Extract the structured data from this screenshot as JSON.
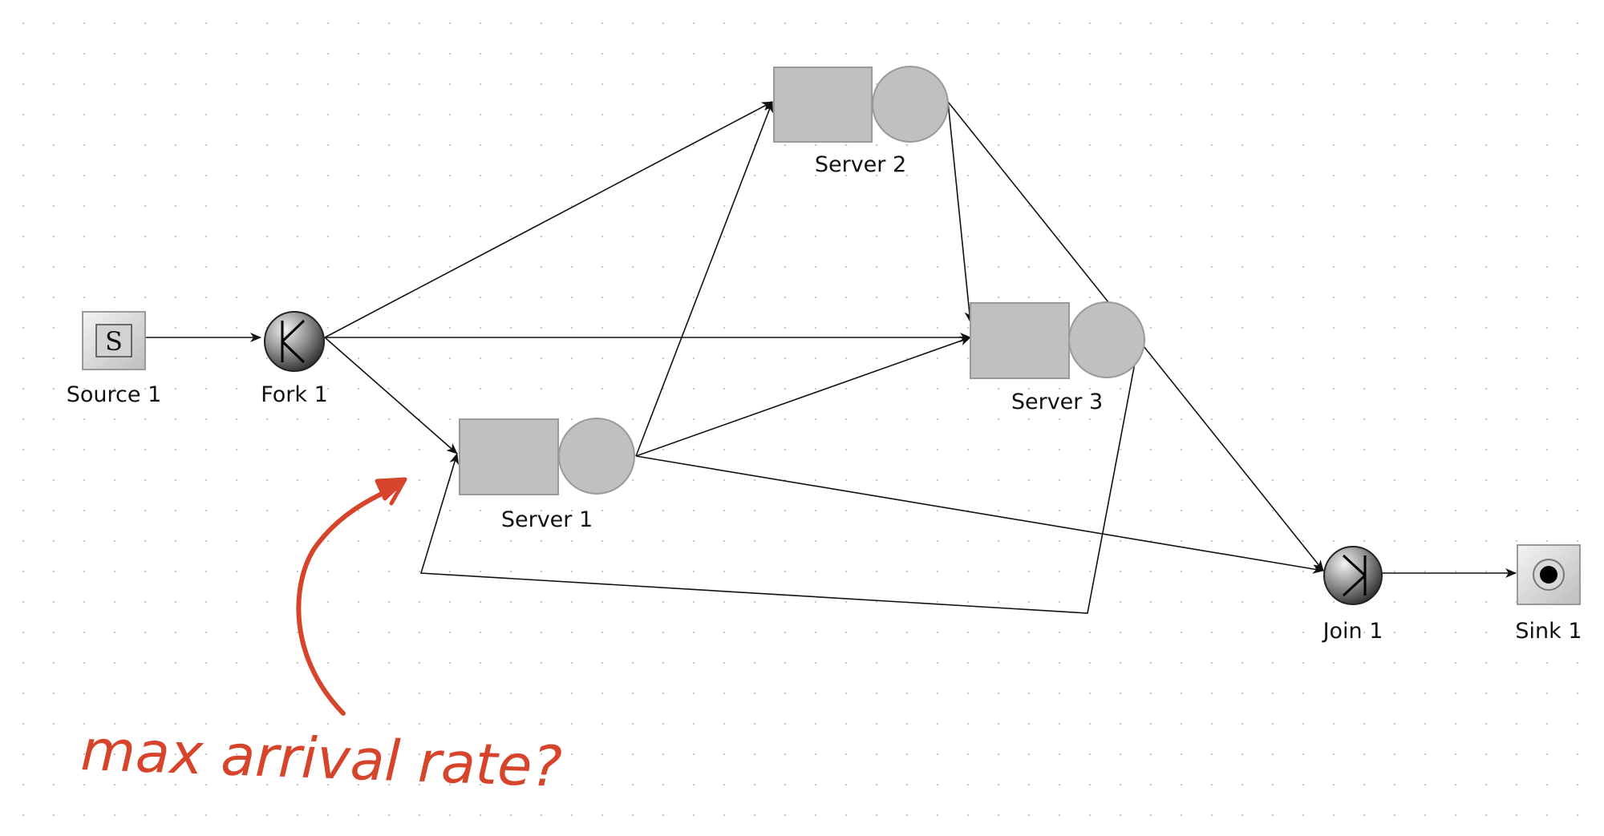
{
  "diagram": {
    "nodes": {
      "source1": {
        "label": "Source 1",
        "symbol": "S"
      },
      "fork1": {
        "label": "Fork 1"
      },
      "server1": {
        "label": "Server 1"
      },
      "server2": {
        "label": "Server 2"
      },
      "server3": {
        "label": "Server 3"
      },
      "join1": {
        "label": "Join 1"
      },
      "sink1": {
        "label": "Sink 1"
      }
    },
    "edges": [
      {
        "from": "Source 1",
        "to": "Fork 1"
      },
      {
        "from": "Fork 1",
        "to": "Server 2"
      },
      {
        "from": "Fork 1",
        "to": "Server 3"
      },
      {
        "from": "Fork 1",
        "to": "Server 1"
      },
      {
        "from": "Server 1",
        "to": "Server 2"
      },
      {
        "from": "Server 1",
        "to": "Server 3"
      },
      {
        "from": "Server 1",
        "to": "Join 1"
      },
      {
        "from": "Server 2",
        "to": "Server 3"
      },
      {
        "from": "Server 2",
        "to": "Join 1"
      },
      {
        "from": "Server 3",
        "to": "Server 1"
      },
      {
        "from": "Join 1",
        "to": "Sink 1"
      }
    ],
    "annotation": "max arrival rate?",
    "colors": {
      "annotation": "#d6452b",
      "node_fill": "#c0c0c0",
      "edge": "#111111"
    }
  }
}
